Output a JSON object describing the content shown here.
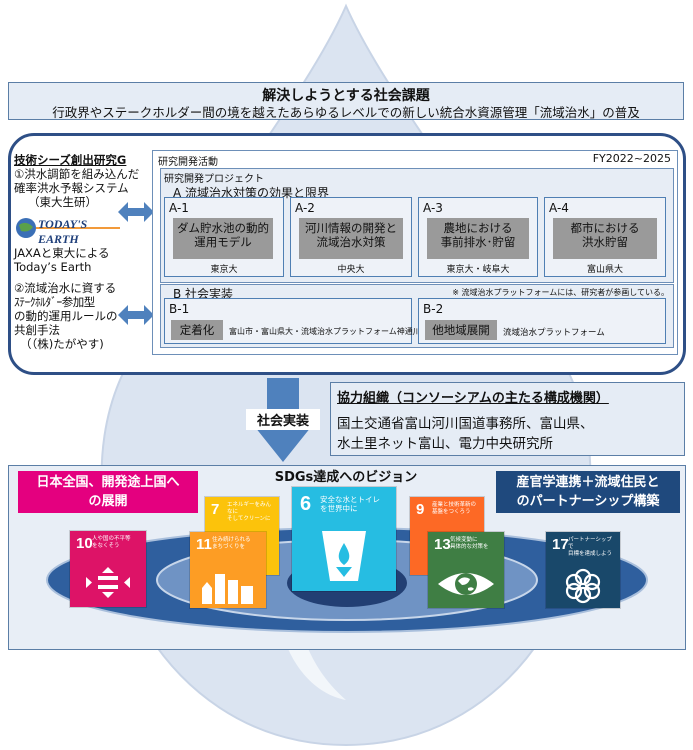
{
  "issue": {
    "title": "解決しようとする社会課題",
    "subtitle": "行政界やステークホルダー間の境を越えたあらゆるレベルでの新しい統合水資源管理「流域治水」の普及"
  },
  "left_panel": {
    "title": "技術シーズ創出研究G",
    "item1": [
      "①洪水調節を組み込んだ",
      "確率洪水予報システム",
      "（東大生研）"
    ],
    "logo_text": "TODAY'S EARTH",
    "item1b": [
      "JAXAと東大による",
      "Today’s Earth"
    ],
    "item2": [
      "②流域治水に資する",
      "ｽﾃｰｸﾎﾙﾀﾞｰ参加型",
      "の動的運用ルールの",
      "共創手法",
      "（（株)たがやす)"
    ]
  },
  "activities": {
    "label": "研究開発活動",
    "period": "FY2022~2025",
    "project_label": "研究開発プロジェクト",
    "section_a": "A 流域治水対策の効果と限界",
    "section_b": "B 社会実装",
    "note": "※ 流域治水プラットフォームには、研究者が参画している。",
    "a_items": [
      {
        "code": "A-1",
        "title": [
          "ダム貯水池の動的",
          "運用モデル"
        ],
        "org": "東京大"
      },
      {
        "code": "A-2",
        "title": [
          "河川情報の開発と",
          "流域治水対策"
        ],
        "org": "中央大"
      },
      {
        "code": "A-3",
        "title": [
          "農地における",
          "事前排水･貯留"
        ],
        "org": "東京大・岐阜大"
      },
      {
        "code": "A-4",
        "title": [
          "都市における",
          "洪水貯留"
        ],
        "org": "富山県大"
      }
    ],
    "b_items": [
      {
        "code": "B-1",
        "title": "定着化",
        "org": "富山市・富山県大・流域治水プラットフォーム神通川"
      },
      {
        "code": "B-2",
        "title": "他地域展開",
        "org": "流域治水プラットフォーム"
      }
    ]
  },
  "implementation": {
    "label": "社会実装"
  },
  "consortium": {
    "title": "協力組織（コンソーシアムの主たる構成機関）",
    "lines": [
      "国土交通省富山河川国道事務所、富山県、",
      "水土里ネット富山、電力中央研究所"
    ]
  },
  "sdgs": {
    "title": "SDGs達成へのビジョン",
    "left_banner": [
      "日本全国、開発途上国へ",
      "の展開"
    ],
    "right_banner": [
      "産官学連携＋流域住民と",
      "のパートナーシップ構築"
    ],
    "goals": [
      {
        "num": "10",
        "text": [
          "人や国の不平等",
          "をなくそう"
        ],
        "color": "#dd1367",
        "icon": "equality-icon"
      },
      {
        "num": "7",
        "text": [
          "エネルギーをみんなに",
          "そしてクリーンに"
        ],
        "color": "#fcc30b",
        "icon": "sun-icon"
      },
      {
        "num": "11",
        "text": [
          "住み続けられる",
          "まちづくりを"
        ],
        "color": "#fd9d24",
        "icon": "city-icon"
      },
      {
        "num": "6",
        "text": [
          "安全な水とトイレ",
          "を世界中に"
        ],
        "color": "#26bde2",
        "icon": "water-icon"
      },
      {
        "num": "9",
        "text": [
          "産業と技術革新の",
          "基盤をつくろう"
        ],
        "color": "#fd6925",
        "icon": "industry-icon"
      },
      {
        "num": "13",
        "text": [
          "気候変動に",
          "具体的な対策を"
        ],
        "color": "#3f7e44",
        "icon": "climate-eye-icon"
      },
      {
        "num": "17",
        "text": [
          "パートナーシップで",
          "目標を達成しよう"
        ],
        "color": "#19486a",
        "icon": "partnership-icon"
      }
    ]
  },
  "colors": {
    "frame": "#2e4f86",
    "drop": "#d9e3f1",
    "arrow": "#4f81bd",
    "left_banner": "#e4007f",
    "right_banner": "#1f497d"
  }
}
